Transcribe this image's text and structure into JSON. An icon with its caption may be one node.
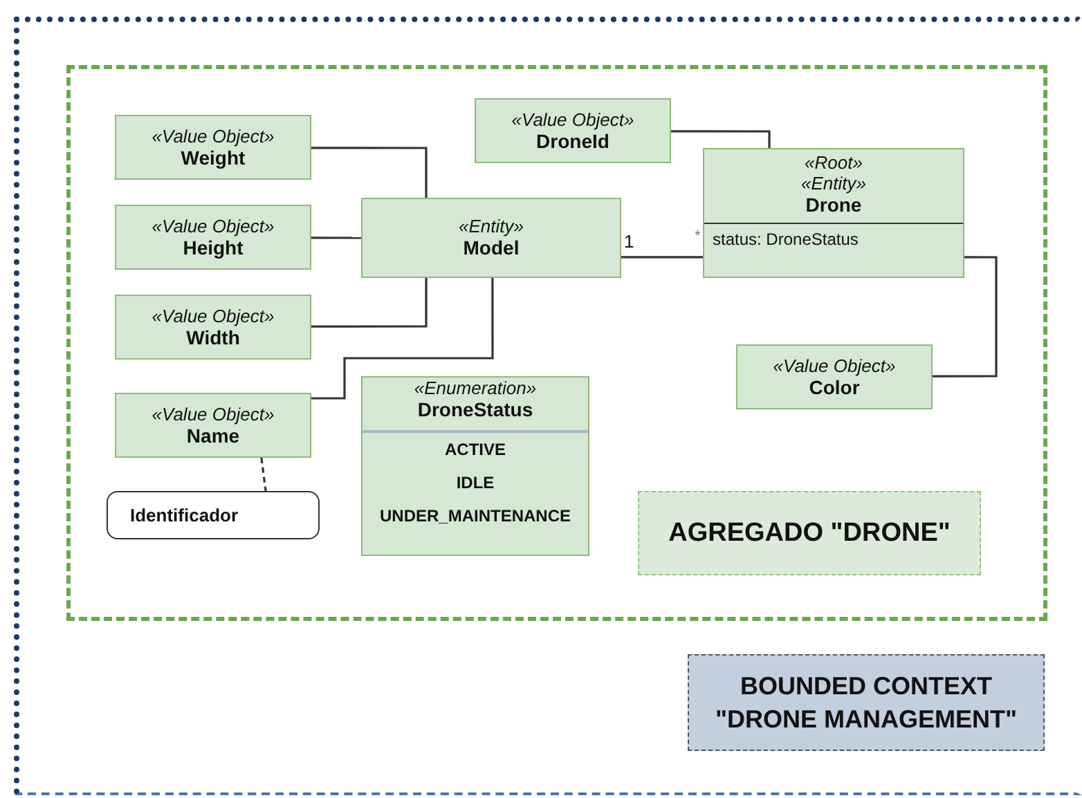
{
  "diagram": {
    "nodes": [
      {
        "text": [],
        "shape": "box"
      },
      {
        "text": [],
        "shape": "box",
        "in": 0
      },
      {
        "text": [
          "«Value Object»",
          "DroneId"
        ],
        "in": 1
      },
      {
        "text": [
          "«Value Object»",
          "Weight"
        ],
        "in": 1
      },
      {
        "text": [
          "«Root»",
          "«Entity»",
          "Drone",
          "status: DroneStatus"
        ],
        "in": 1
      },
      {
        "text": [
          "«Value Object»",
          "Height"
        ],
        "in": 1
      },
      {
        "text": [
          "«Entity»",
          "Model"
        ],
        "in": 1
      },
      {
        "text": [
          "«Value Object»",
          "Width"
        ],
        "in": 1
      },
      {
        "text": [
          "«Value Object»",
          "Color"
        ],
        "in": 1
      },
      {
        "text": [
          "«Enumeration»",
          "DroneStatus",
          "ACTIVE",
          "IDLE",
          "UNDER_MAINTENANCE"
        ],
        "in": 1
      },
      {
        "text": [
          "«Value Object»",
          "Name"
        ],
        "in": 1
      },
      {
        "text": [
          "Identificador"
        ],
        "in": 1
      },
      {
        "text": [
          "AGREGADO \"DRONE\""
        ],
        "in": 1
      },
      {
        "text": [
          "BOUNDED CONTEXT \"DRONE MANAGEMENT\""
        ],
        "in": 0
      }
    ],
    "edges": [
      {
        "from": 3,
        "to": 6,
        "arrow": "none"
      },
      {
        "from": 5,
        "to": 6,
        "arrow": "none"
      },
      {
        "from": 7,
        "to": 6,
        "arrow": "none"
      },
      {
        "from": 6,
        "to": 10,
        "arrow": "none"
      },
      {
        "from": 6,
        "to": 4,
        "arrow": "none"
      },
      {
        "from": 2,
        "to": 4,
        "arrow": "none"
      },
      {
        "from": 4,
        "to": 8,
        "arrow": "none"
      },
      {
        "from": 10,
        "to": 11,
        "arrow": "none",
        "style": "dashed"
      }
    ],
    "labels": [
      "1",
      "*"
    ]
  }
}
